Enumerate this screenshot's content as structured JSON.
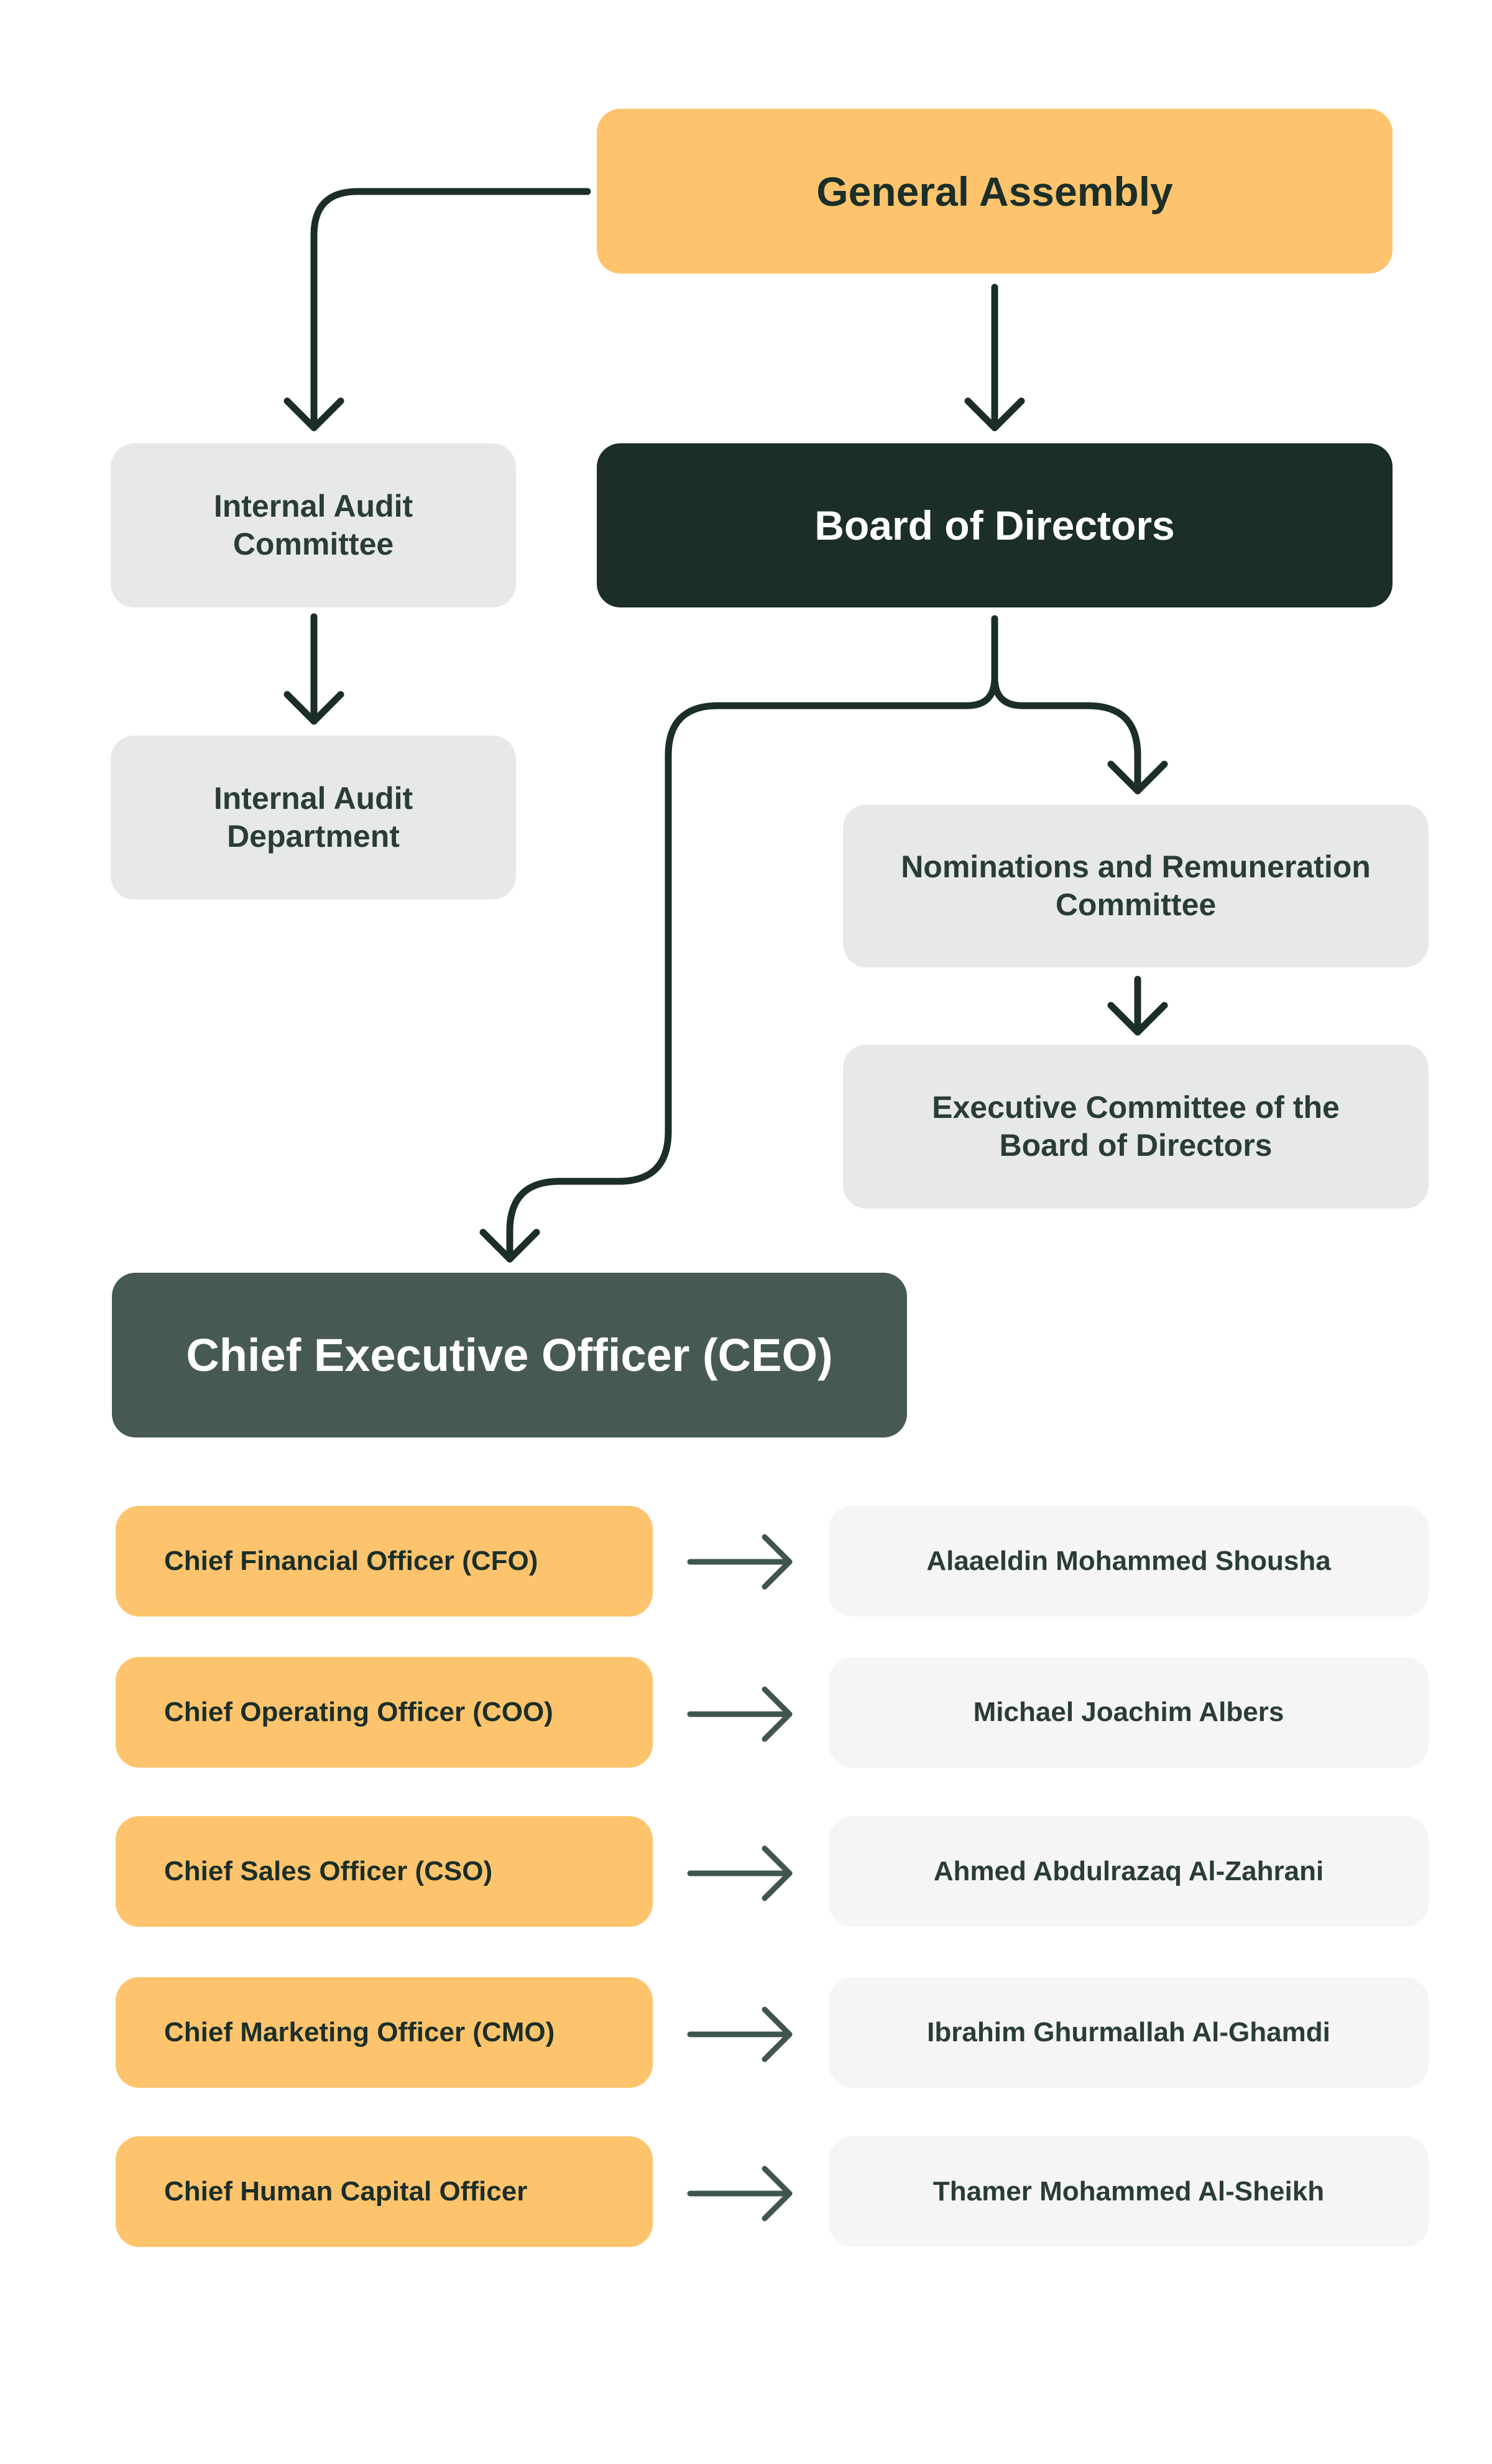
{
  "diagram": {
    "general_assembly": "General Assembly",
    "board_of_directors": "Board of Directors",
    "internal_audit_committee": [
      "Internal Audit",
      "Committee"
    ],
    "internal_audit_department": [
      "Internal Audit",
      "Department"
    ],
    "nominations_committee": [
      "Nominations and Remuneration",
      "Committee"
    ],
    "executive_committee": [
      "Executive Committee of the",
      "Board of Directors"
    ],
    "ceo": "Chief Executive Officer (CEO)",
    "officers": [
      {
        "role": "Chief Financial Officer (CFO)",
        "name": "Alaaeldin Mohammed Shousha"
      },
      {
        "role": "Chief Operating Officer (COO)",
        "name": "Michael Joachim Albers"
      },
      {
        "role": "Chief Sales Officer (CSO)",
        "name": "Ahmed Abdulrazaq Al-Zahrani"
      },
      {
        "role": "Chief Marketing Officer (CMO)",
        "name": "Ibrahim Ghurmallah Al-Ghamdi"
      },
      {
        "role": "Chief Human Capital Officer",
        "name": "Thamer Mohammed Al-Sheikh"
      }
    ]
  },
  "colors": {
    "accent_yellow": "#fec46d",
    "dark_green": "#1b2e28",
    "slate": "#475955",
    "grey_box": "#e7e9e9",
    "light_box": "#f5f5f5",
    "connector": "#1b2e28",
    "officer_arrow": "#3f5550"
  }
}
